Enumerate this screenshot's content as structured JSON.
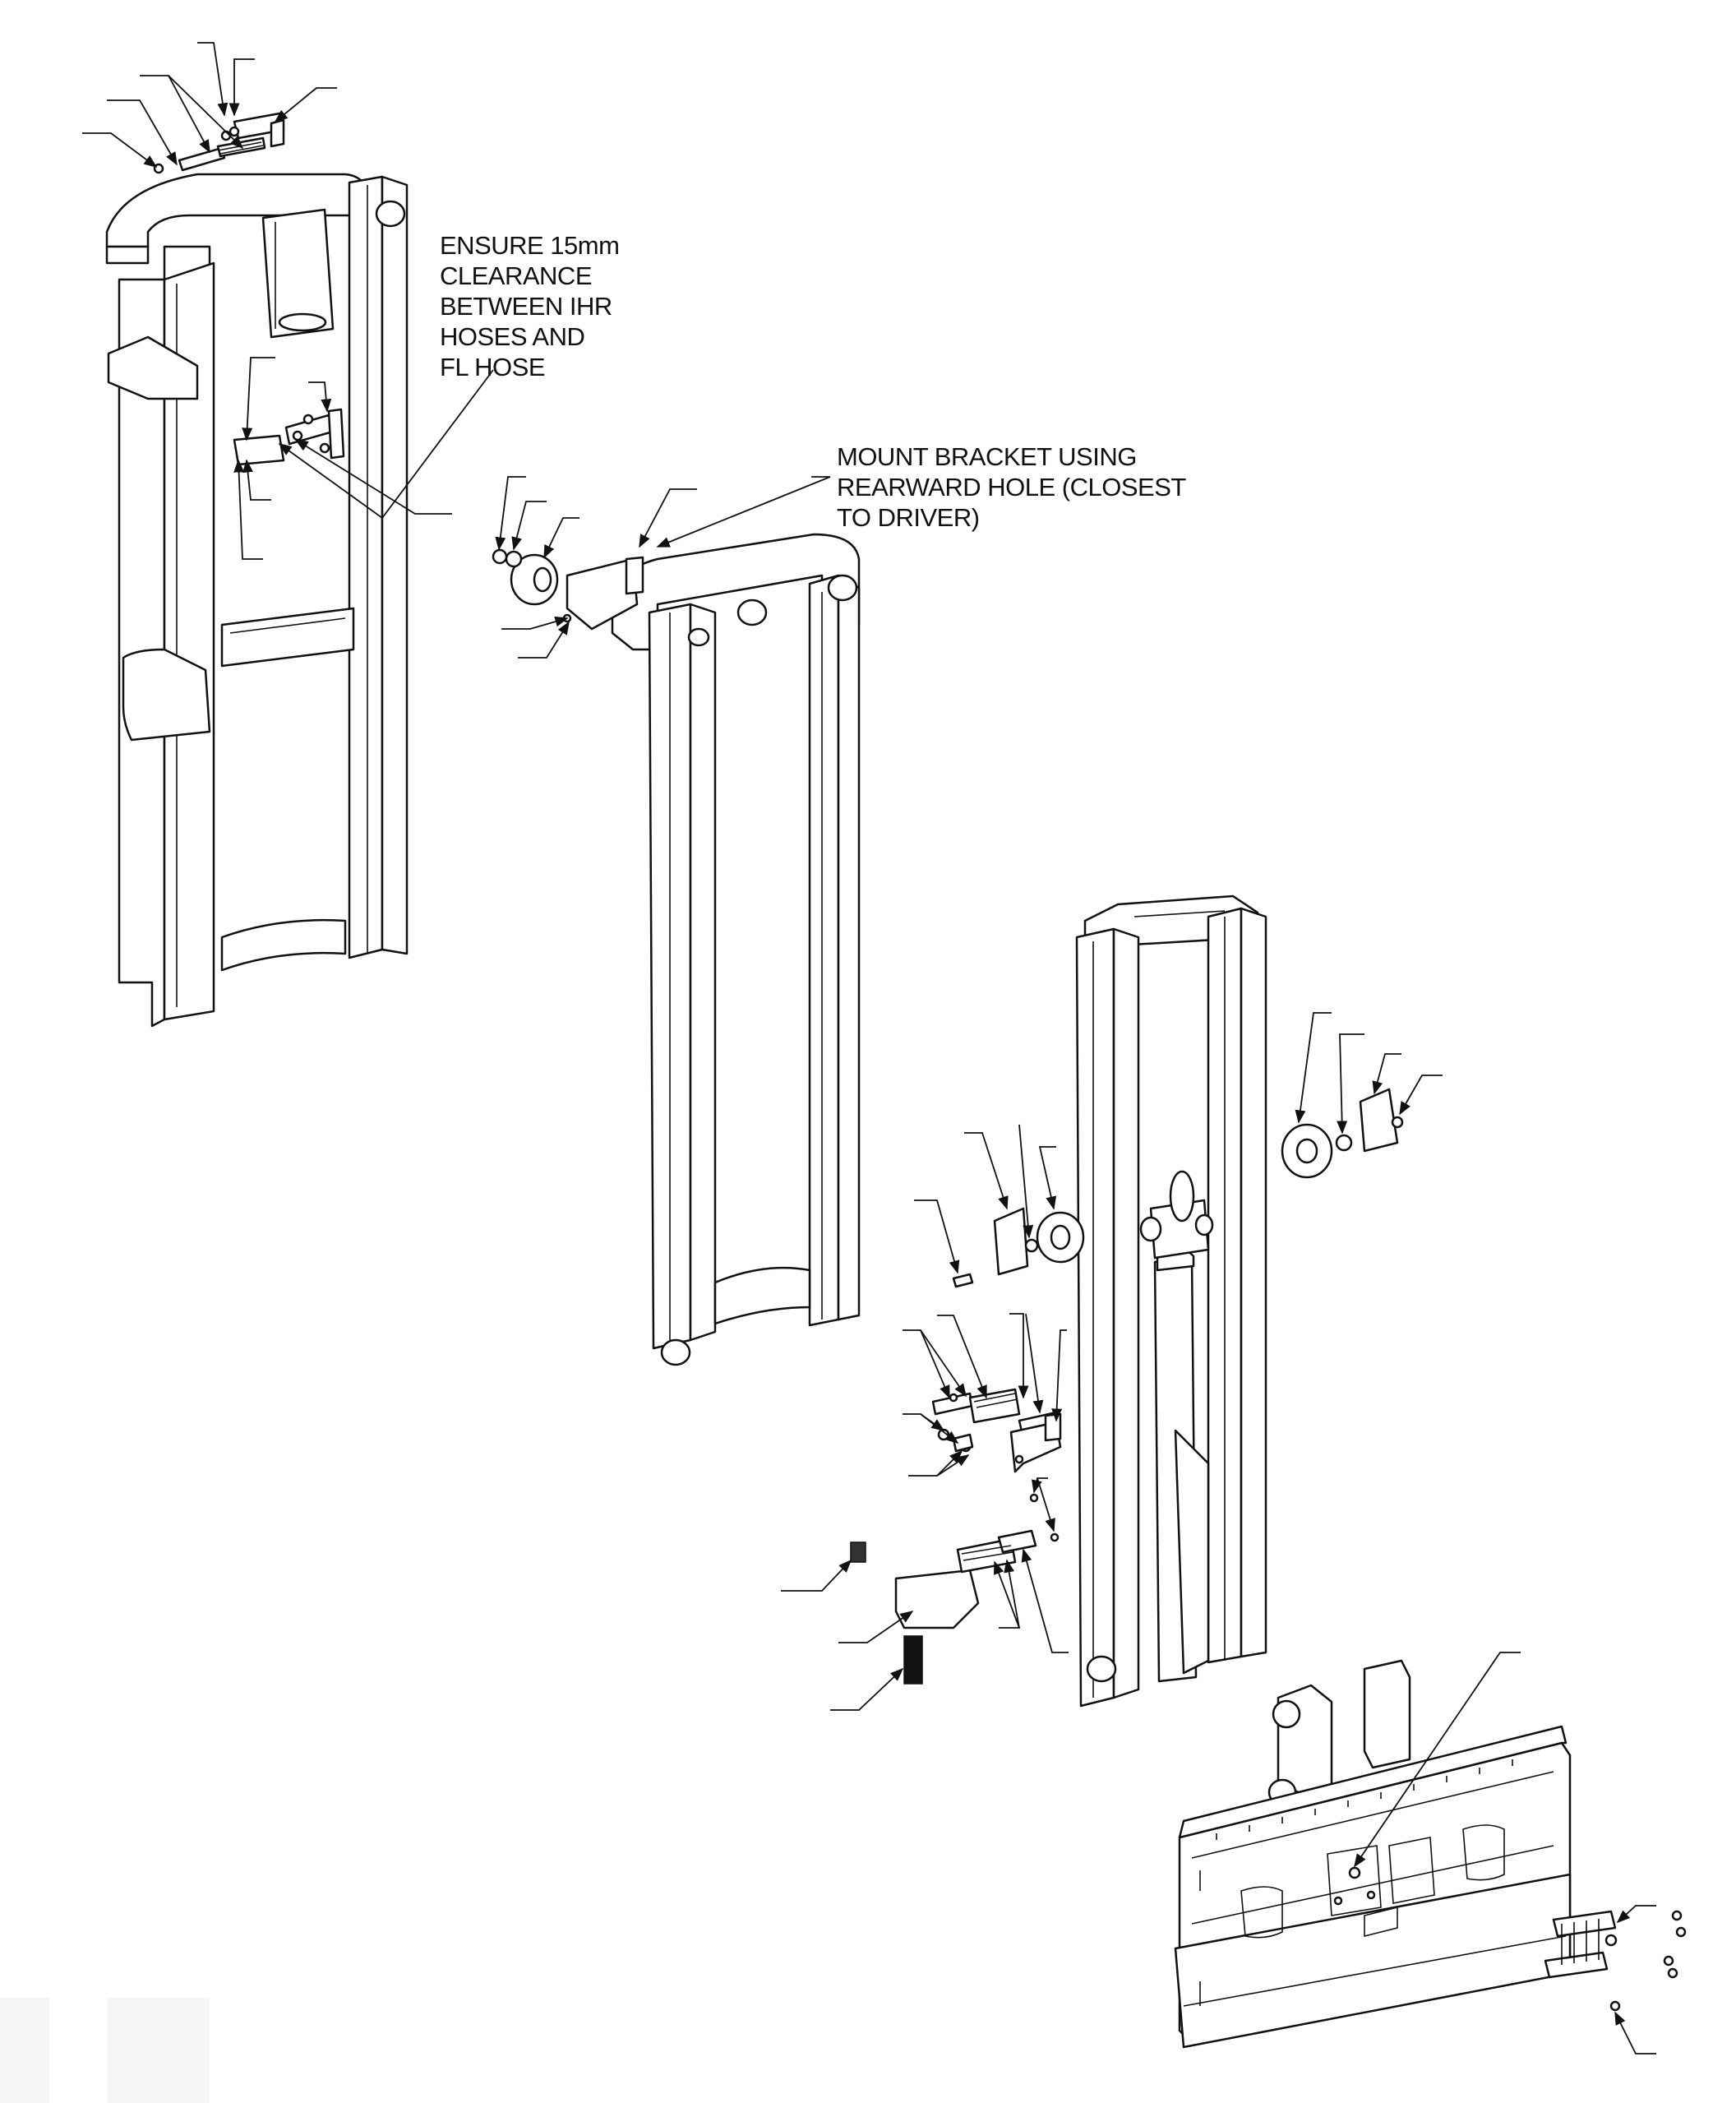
{
  "annotations": {
    "clearance_note": [
      "ENSURE 15mm",
      "CLEARANCE",
      "BETWEEN IHR",
      "HOSES AND",
      "FL HOSE"
    ],
    "bracket_note": [
      "MOUNT BRACKET USING",
      "REARWARD HOLE (CLOSEST",
      "TO DRIVER)"
    ]
  }
}
